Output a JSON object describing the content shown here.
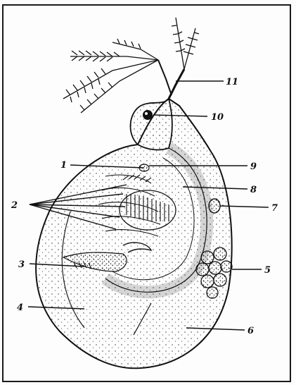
{
  "diagram": {
    "labels": [
      {
        "id": "label-1",
        "text": "1"
      },
      {
        "id": "label-2",
        "text": "2"
      },
      {
        "id": "label-3",
        "text": "3"
      },
      {
        "id": "label-4",
        "text": "4"
      },
      {
        "id": "label-5",
        "text": "5"
      },
      {
        "id": "label-6",
        "text": "6"
      },
      {
        "id": "label-7",
        "text": "7"
      },
      {
        "id": "label-8",
        "text": "8"
      },
      {
        "id": "label-9",
        "text": "9"
      },
      {
        "id": "label-10",
        "text": "10"
      },
      {
        "id": "label-11",
        "text": "11"
      }
    ]
  },
  "colors": {
    "ink": "#111111",
    "paper": "#fdfdfd"
  }
}
